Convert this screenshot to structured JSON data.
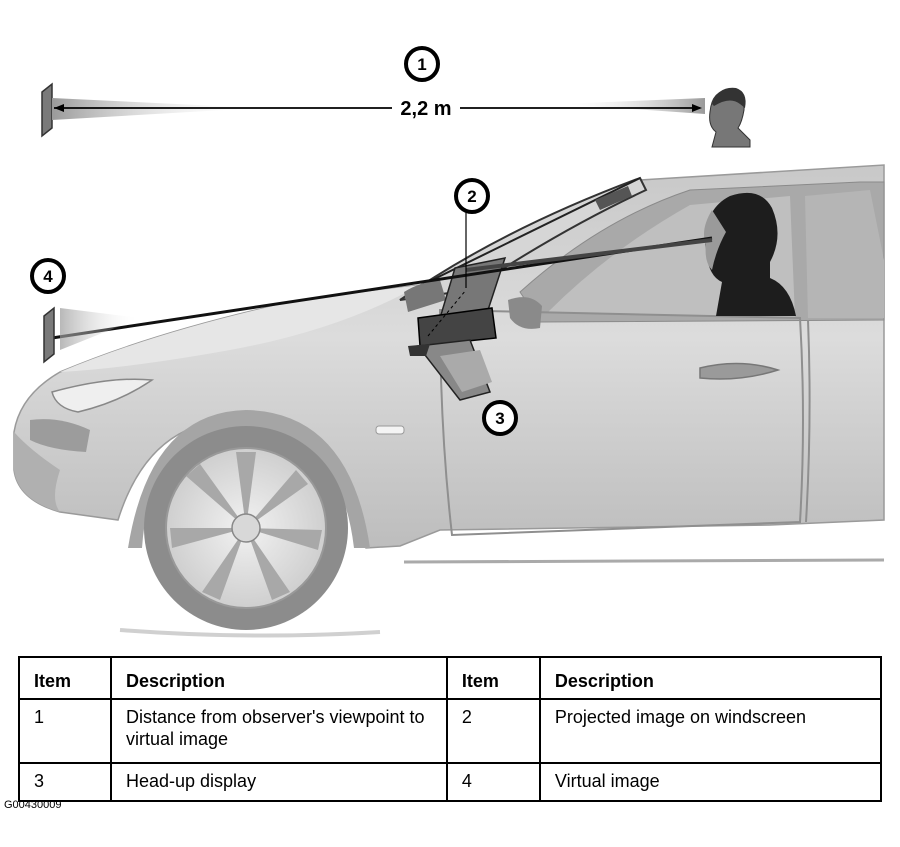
{
  "figure": {
    "distance_label": "2,2 m",
    "callouts": [
      "1",
      "2",
      "3",
      "4"
    ]
  },
  "legend": {
    "headers": [
      "Item",
      "Description",
      "Item",
      "Description"
    ],
    "rows": [
      [
        "1",
        "Distance from observer's viewpoint to virtual image",
        "2",
        "Projected image on windscreen"
      ],
      [
        "3",
        "Head-up display",
        "4",
        "Virtual image"
      ]
    ]
  },
  "figure_code": "G00430009"
}
